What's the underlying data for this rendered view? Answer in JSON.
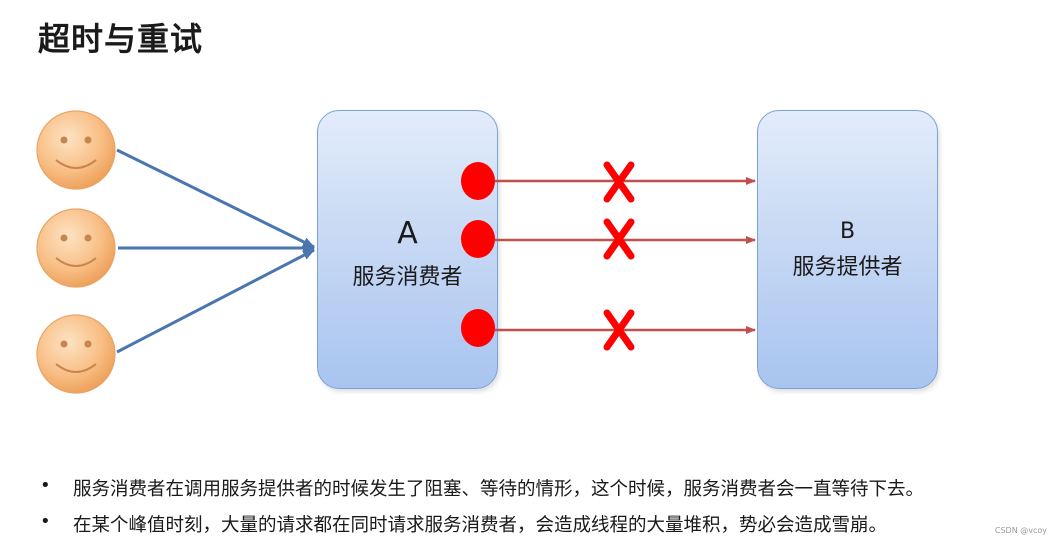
{
  "slide": {
    "title": "超时与重试"
  },
  "diagram": {
    "users": [
      {
        "icon": "smiley-face-icon"
      },
      {
        "icon": "smiley-face-icon"
      },
      {
        "icon": "smiley-face-icon"
      }
    ],
    "consumer": {
      "letter": "A",
      "label": "服务消费者"
    },
    "provider": {
      "letter": "B",
      "label": "服务提供者"
    },
    "failed_calls": [
      {
        "status_icon": "cross-icon"
      },
      {
        "status_icon": "cross-icon"
      },
      {
        "status_icon": "cross-icon"
      }
    ],
    "colors": {
      "user_arrow": "#4a76b0",
      "call_arrow": "#c0504d",
      "thread_dot": "#ff0000",
      "cross": "#ff0000",
      "face": "#f7b274"
    }
  },
  "bullets": [
    "服务消费者在调用服务提供者的时候发生了阻塞、等待的情形，这个时候，服务消费者会一直等待下去。",
    "在某个峰值时刻，大量的请求都在同时请求服务消费者，会造成线程的大量堆积，势必会造成雪崩。"
  ],
  "watermark": "CSDN @vcoy"
}
